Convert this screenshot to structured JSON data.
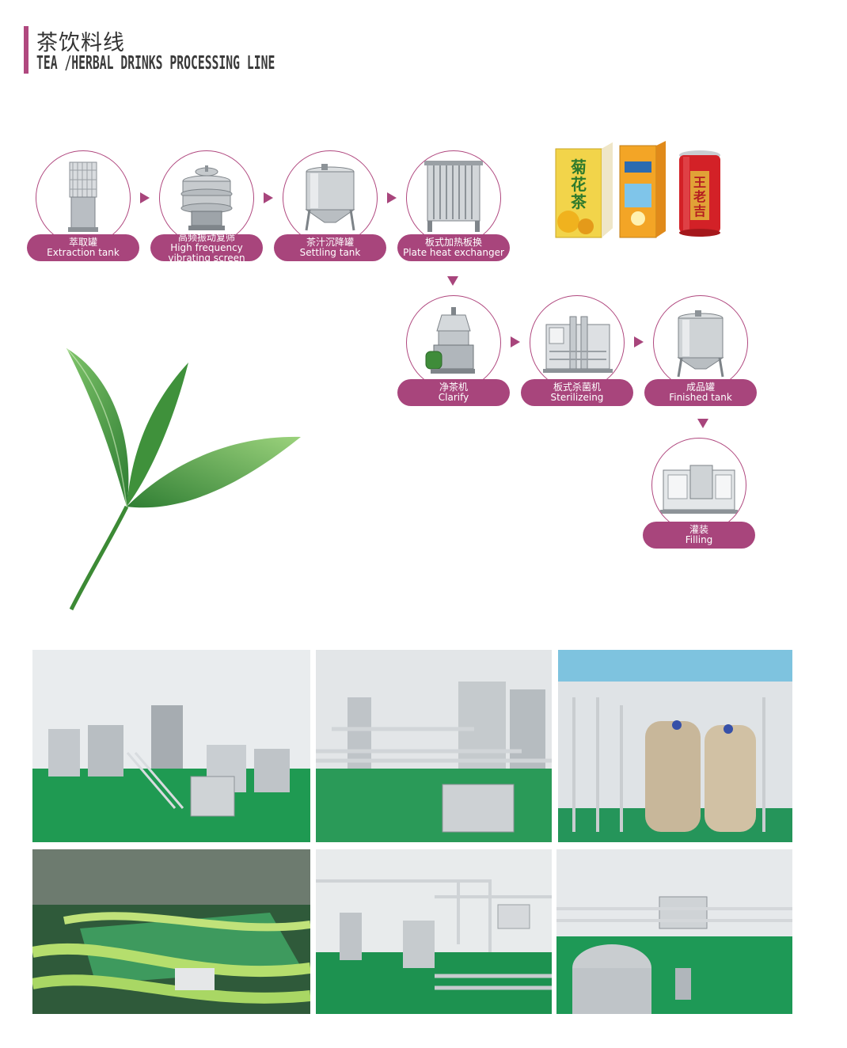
{
  "header": {
    "title_cn": "茶饮料线",
    "title_en": "TEA /HERBAL DRINKS PROCESSING LINE"
  },
  "steps": [
    {
      "cn": "萃取罐",
      "en": "Extraction tank",
      "icon": "extraction-tank-icon"
    },
    {
      "cn": "高频振动复筛",
      "en": "High frequency",
      "en2": "vibrating screen",
      "icon": "vibrating-screen-icon"
    },
    {
      "cn": "茶汁沉降罐",
      "en": "Settling tank",
      "icon": "settling-tank-icon"
    },
    {
      "cn": "板式加热板换",
      "en": "Plate heat exchanger",
      "icon": "plate-heat-exchanger-icon"
    },
    {
      "cn": "净茶机",
      "en": "Clarify",
      "icon": "clarifier-icon"
    },
    {
      "cn": "板式杀菌机",
      "en": "Sterilizeing",
      "icon": "sterilizer-icon"
    },
    {
      "cn": "成品罐",
      "en": "Finished tank",
      "icon": "finished-tank-icon"
    },
    {
      "cn": "灌装",
      "en": "Filling",
      "icon": "filling-machine-icon"
    }
  ],
  "products": {
    "box_text": "菊花茶",
    "can_text": "王老吉"
  },
  "colors": {
    "accent": "#a8457c",
    "leaf": "#3f8f3a",
    "floor": "#1f9a52"
  },
  "photos": [
    {
      "name": "factory-photo-1"
    },
    {
      "name": "factory-photo-2"
    },
    {
      "name": "factory-photo-3"
    },
    {
      "name": "factory-photo-4"
    },
    {
      "name": "factory-photo-5"
    },
    {
      "name": "factory-photo-6"
    }
  ]
}
